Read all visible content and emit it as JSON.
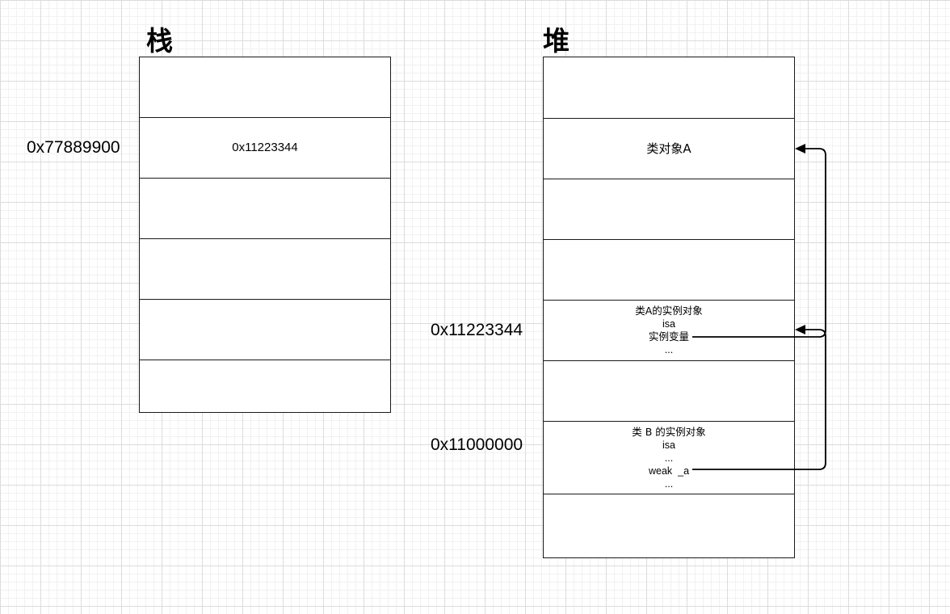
{
  "stack": {
    "title": "栈",
    "address_label": "0x77889900",
    "cells": [
      "",
      "0x11223344",
      "",
      "",
      "",
      ""
    ]
  },
  "heap": {
    "title": "堆",
    "address_labels": {
      "instance_a": "0x11223344",
      "instance_b": "0x11000000"
    },
    "cells": {
      "top": "",
      "class_object_a": "类对象A",
      "empty_1": "",
      "empty_2": "",
      "instance_a": {
        "title": "类A的实例对象",
        "isa": "isa",
        "ivars": "实例变量",
        "more": "..."
      },
      "empty_3": "",
      "instance_b": {
        "title": "类 B 的实例对象",
        "isa": "isa",
        "more_1": "...",
        "weak": "weak  _a",
        "more_2": "..."
      },
      "bottom": ""
    }
  },
  "colors": {
    "line": "#1a1a1a",
    "grid_major": "#dcdcdc",
    "grid_minor": "#f1f1f1"
  }
}
